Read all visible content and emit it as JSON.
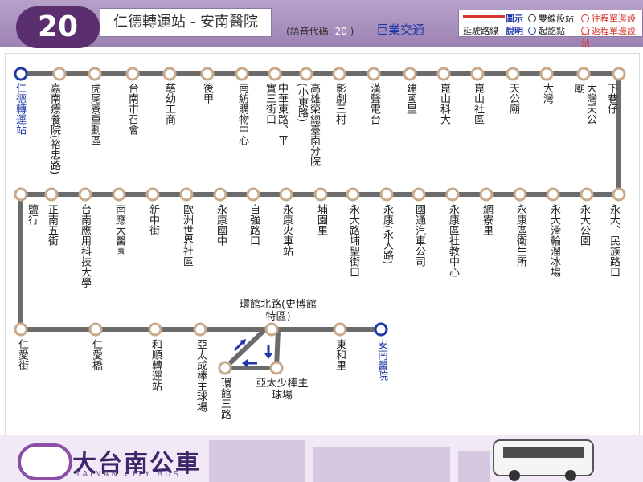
{
  "header": {
    "route_number": "20",
    "title": "仁德轉運站 - 安南醫院",
    "voice_label": "(語音代碼:",
    "voice_code": "20",
    "voice_close": ")",
    "operator": "巨業交通"
  },
  "legend": {
    "title1": "圖示",
    "title2": "說明",
    "line_label": "延駛路線",
    "two_way": "雙線設站",
    "outbound": "往程單邊設站",
    "start_end": "起訖點",
    "inbound": "返程單邊設站",
    "colors": {
      "line": "#d6342f",
      "endpoint": "#1f37a8",
      "route": "#6b6b6b",
      "node": "#c8a98a"
    }
  },
  "footer": {
    "logo": "大台南公車",
    "logo_sub": "TAINAN CITY BUS"
  },
  "stops": {
    "row1": [
      "仁德轉運站",
      "嘉南療養院(裕忠路)",
      "虎尾寮重劃區",
      "台南市召會",
      "慈幼工商",
      "後甲",
      "南紡購物中心",
      "中華東路、平實三街口",
      "高雄榮總臺南分院(小東路)",
      "影劇三村",
      "漢聲電台",
      "建國里",
      "崑山科大",
      "崑山社區",
      "天公廟",
      "大灣",
      "大灣天公廟",
      "下巷仔"
    ],
    "row2": [
      "永大、民族路口",
      "永大公園",
      "永大滑輪溜冰場",
      "永康區衛生所",
      "網寮里",
      "永康區社教中心",
      "國通汽車公司",
      "永康(永大路)",
      "永大路埔聖街口",
      "埔園里",
      "永康火車站",
      "自強路口",
      "永康國中",
      "歐洲世界社區",
      "新中街",
      "南應大醫園",
      "台南應用科技大學",
      "正南五街",
      "鹽行"
    ],
    "row3": [
      "仁愛街",
      "仁愛橋",
      "和順轉運站",
      "亞太成棒主球場",
      "環館三路",
      "環館北路(史博館特區)",
      "亞太少棒主球場",
      "東和里",
      "安南醫院"
    ]
  }
}
